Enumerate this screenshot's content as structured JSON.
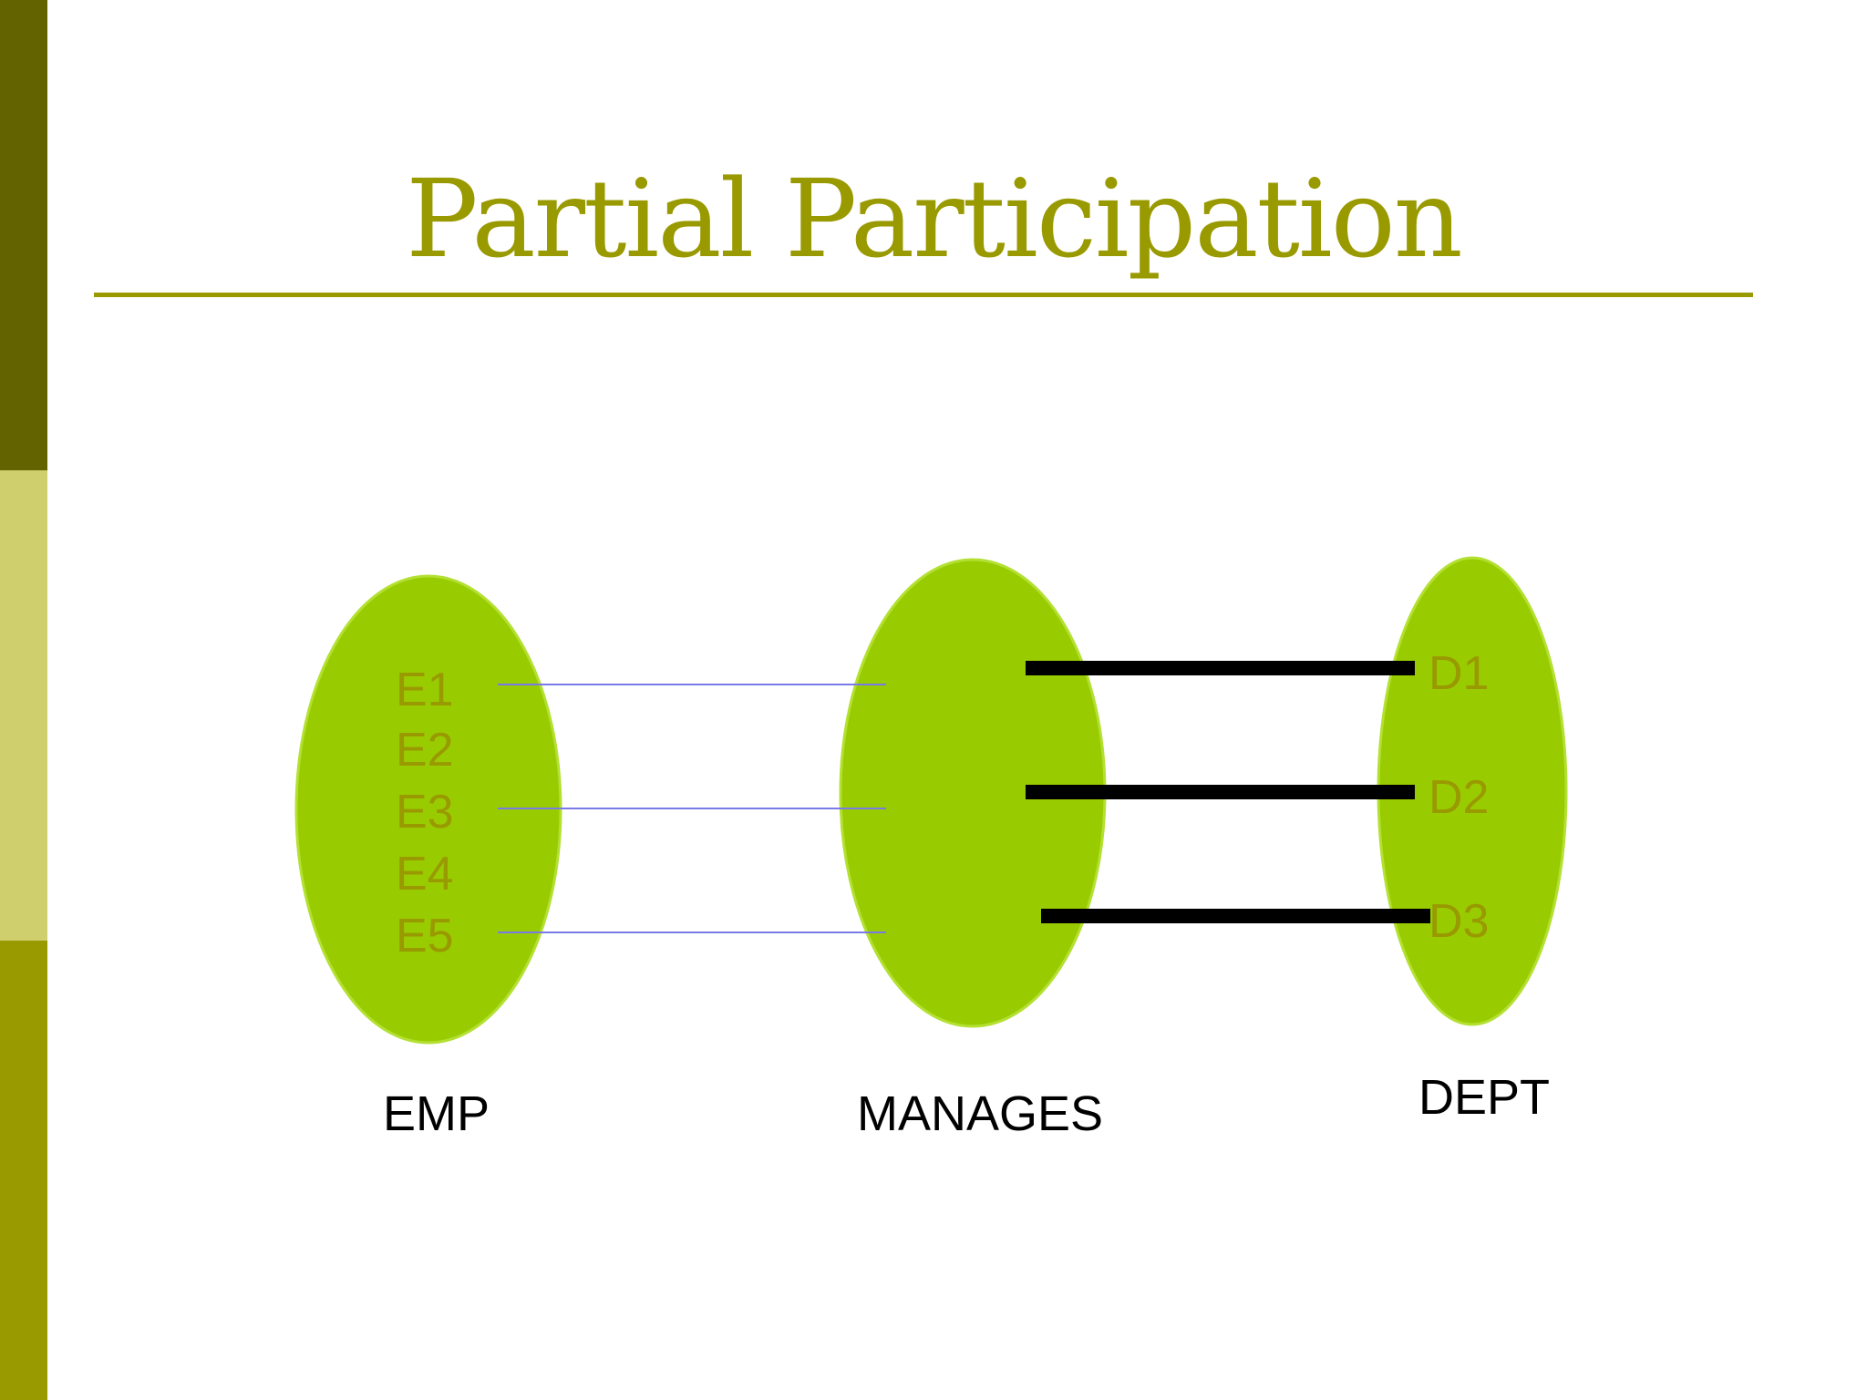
{
  "title": "Partial Participation",
  "colors": {
    "band_top": "#636300",
    "band_mid": "#cfcf6e",
    "band_bottom": "#999900",
    "title_text": "#999900",
    "title_rule": "#999900",
    "ellipse_fill": "#99cc00",
    "ellipse_stroke": "#b3e033",
    "member_text": "#999900",
    "thin_line": "#7a7ae6",
    "thick_line": "#000000"
  },
  "sets": {
    "emp": {
      "label": "EMP",
      "members": [
        "E1",
        "E2",
        "E3",
        "E4",
        "E5"
      ]
    },
    "manages": {
      "label": "MANAGES"
    },
    "dept": {
      "label": "DEPT",
      "members": [
        "D1",
        "D2",
        "D3"
      ]
    }
  },
  "relationships": {
    "emp_to_manages": [
      "E1",
      "E3",
      "E5"
    ],
    "manages_to_dept": [
      "D1",
      "D2",
      "D3"
    ]
  }
}
